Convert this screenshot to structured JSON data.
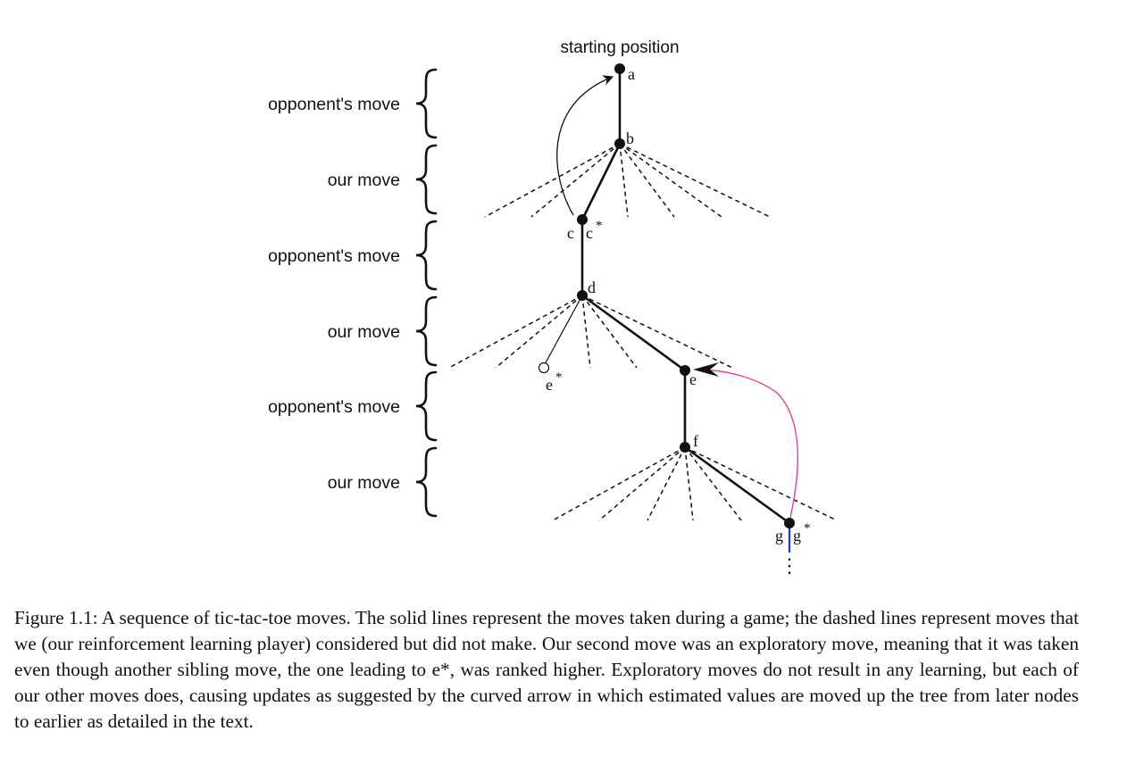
{
  "diagram": {
    "start_label": "starting position",
    "row_labels": [
      "opponent's move",
      "our move",
      "opponent's move",
      "our move",
      "opponent's move",
      "our move"
    ],
    "nodes": {
      "a": "a",
      "b": "b",
      "c": "c",
      "c_star": "c",
      "d": "d",
      "e": "e",
      "e_star": "e",
      "f": "f",
      "g": "g",
      "g_star": "g"
    },
    "star": "*",
    "continuation": "⋮",
    "colors": {
      "tree": "#111111",
      "backup_arrow": "#e0409a",
      "continuation_line": "#1f3fcf"
    }
  },
  "caption": {
    "text": "Figure 1.1:  A sequence of tic-tac-toe moves.  The solid lines represent the moves taken during a game; the dashed lines represent moves that we (our reinforcement learning player) considered but did not make.  Our second move was an exploratory move, meaning that it was taken even though another sibling move, the one leading to e*, was ranked higher. Exploratory moves do not result in any learning, but each of our other moves does, causing updates as suggested by the curved arrow in which estimated values are moved up the tree from later nodes to earlier as detailed in the text."
  }
}
